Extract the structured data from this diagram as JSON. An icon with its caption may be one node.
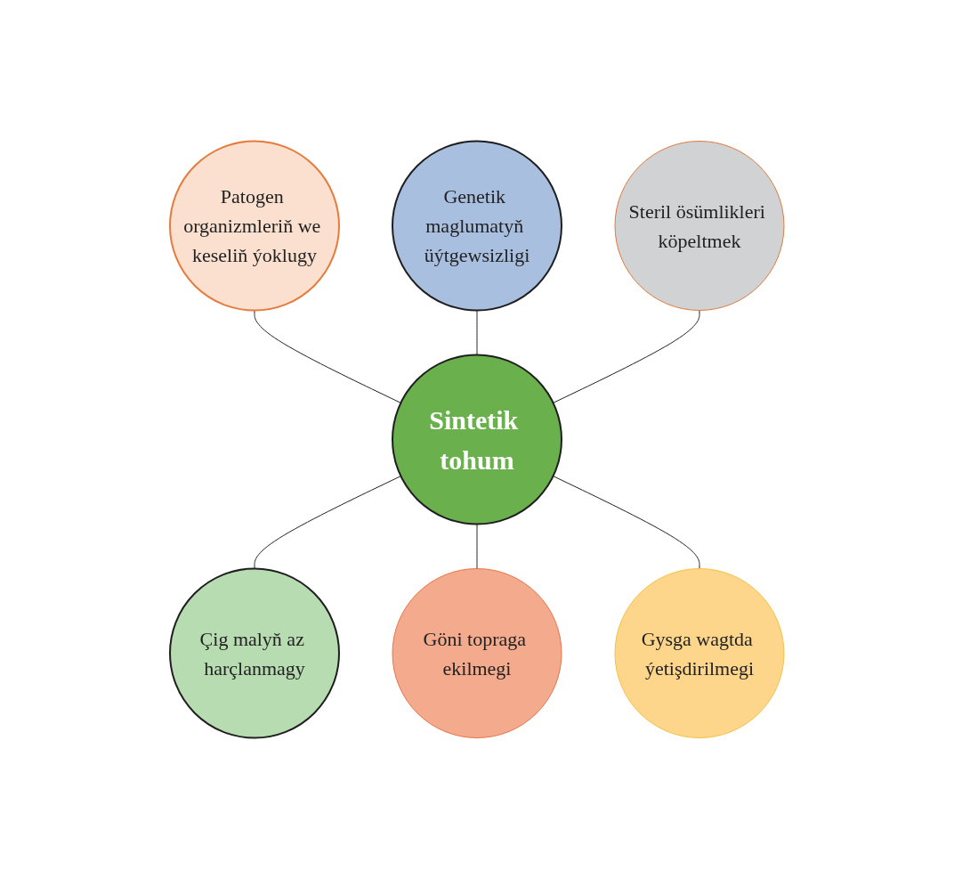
{
  "diagram": {
    "nodes": [
      {
        "text": [
          "Sintetik tohum"
        ]
      },
      {
        "text": [
          "Genetik maglumatyň üýtgewsizligi"
        ]
      },
      {
        "text": [
          "Steril ösümlikleri köpeltmek"
        ]
      },
      {
        "text": [
          "Gysga wagtda ýetişdirilmegi"
        ]
      },
      {
        "text": [
          "Göni topraga ekilmegi"
        ]
      },
      {
        "text": [
          "Çig malyň az harçlanmagy"
        ]
      },
      {
        "text": [
          "Patogen organizmleriň we keseliň ýoklugy"
        ]
      }
    ],
    "edges": [
      {
        "from": 6,
        "to": 0,
        "arrow": "none"
      },
      {
        "from": 1,
        "to": 0,
        "arrow": "none"
      },
      {
        "from": 2,
        "to": 0,
        "arrow": "none"
      },
      {
        "from": 0,
        "to": 5,
        "arrow": "none"
      },
      {
        "from": 0,
        "to": 4,
        "arrow": "none"
      },
      {
        "from": 0,
        "to": 3,
        "arrow": "none"
      }
    ]
  }
}
